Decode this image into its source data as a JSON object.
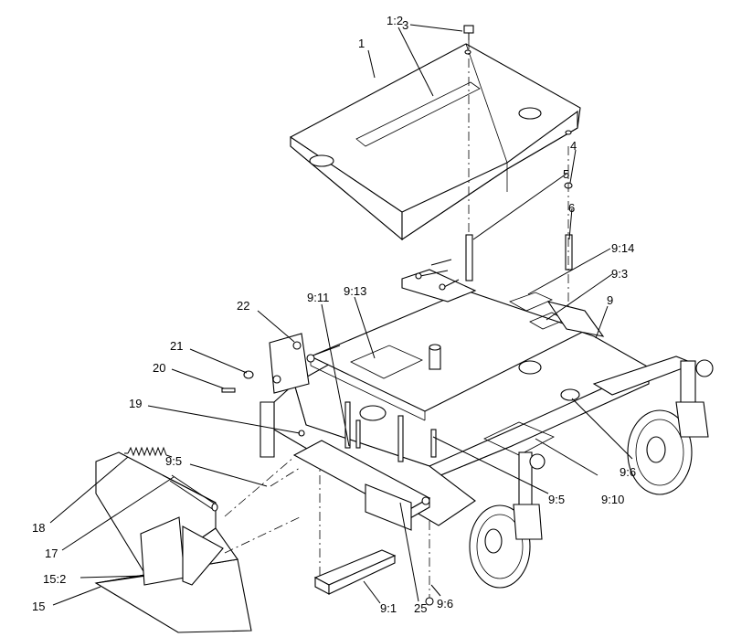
{
  "diagram": {
    "callouts": [
      {
        "id": "c1",
        "text": "1"
      },
      {
        "id": "c1_2",
        "text": "1:2"
      },
      {
        "id": "c3",
        "text": "3"
      },
      {
        "id": "c4",
        "text": "4"
      },
      {
        "id": "c5",
        "text": "5"
      },
      {
        "id": "c6",
        "text": "6"
      },
      {
        "id": "c9_14",
        "text": "9:14"
      },
      {
        "id": "c9_3",
        "text": "9:3"
      },
      {
        "id": "c9",
        "text": "9"
      },
      {
        "id": "c22",
        "text": "22"
      },
      {
        "id": "c9_11",
        "text": "9:11"
      },
      {
        "id": "c9_13",
        "text": "9:13"
      },
      {
        "id": "c21",
        "text": "21"
      },
      {
        "id": "c20",
        "text": "20"
      },
      {
        "id": "c19",
        "text": "19"
      },
      {
        "id": "c9_5a",
        "text": "9:5"
      },
      {
        "id": "c9_5b",
        "text": "9:5"
      },
      {
        "id": "c9_10",
        "text": "9:10"
      },
      {
        "id": "c9_6a",
        "text": "9:6"
      },
      {
        "id": "c9_6b",
        "text": "9:6"
      },
      {
        "id": "c18",
        "text": "18"
      },
      {
        "id": "c17",
        "text": "17"
      },
      {
        "id": "c15_2",
        "text": "15:2"
      },
      {
        "id": "c15",
        "text": "15"
      },
      {
        "id": "c9_1",
        "text": "9:1"
      },
      {
        "id": "c25",
        "text": "25"
      }
    ]
  }
}
